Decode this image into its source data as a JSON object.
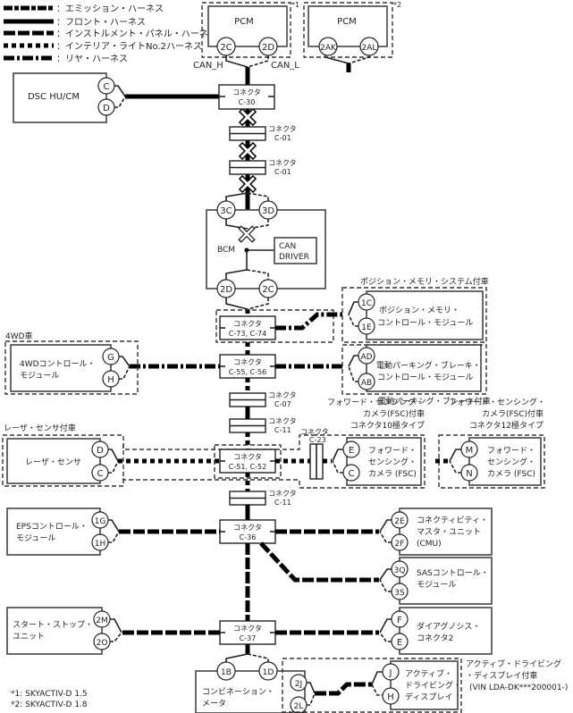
{
  "legend": [
    {
      "style": "emission",
      "label": "：エミッション・ハーネス"
    },
    {
      "style": "front",
      "label": "：フロント・ハーネス"
    },
    {
      "style": "instrument_panel",
      "label": "：インストルメント・パネル・ハーネス"
    },
    {
      "style": "interior_light_no2",
      "label": "：インテリア・ライトNo.2ハーネス"
    },
    {
      "style": "rear",
      "label": "：リヤ・ハーネス"
    }
  ],
  "pcm1": {
    "name": "PCM",
    "note": "*1",
    "pins": [
      "2C",
      "2D"
    ],
    "can_h": "CAN_H",
    "can_l": "CAN_L"
  },
  "pcm2": {
    "name": "PCM",
    "note": "*2",
    "pins": [
      "2AK",
      "2AL"
    ]
  },
  "dsc": {
    "name": "DSC HU/CM",
    "pins": [
      "C",
      "D"
    ]
  },
  "connectors": {
    "c30": {
      "title": "コネクタ",
      "id": "C-30"
    },
    "c01a": {
      "title": "コネクタ",
      "id": "C-01"
    },
    "c01b": {
      "title": "コネクタ",
      "id": "C-01"
    },
    "c73": {
      "title": "コネクタ",
      "id": "C-73, C-74"
    },
    "c55": {
      "title": "コネクタ",
      "id": "C-55, C-56"
    },
    "c07": {
      "title": "コネクタ",
      "id": "C-07"
    },
    "c11a": {
      "title": "コネクタ",
      "id": "C-11"
    },
    "c51": {
      "title": "コネクタ",
      "id": "C-51, C-52"
    },
    "c23": {
      "title": "コネクタ",
      "id": "C-23"
    },
    "c11b": {
      "title": "コネクタ",
      "id": "C-11"
    },
    "c36": {
      "title": "コネクタ",
      "id": "C-36"
    },
    "c37": {
      "title": "コネクタ",
      "id": "C-37"
    }
  },
  "bcm": {
    "name": "BCM",
    "driver_line1": "CAN",
    "driver_line2": "DRIVER",
    "pins_top": [
      "3C",
      "3D"
    ],
    "pins_bottom": [
      "2D",
      "2C"
    ]
  },
  "position_memory": {
    "option_label": "ポジション・メモリ・システム付車",
    "line1": "ポジション・メモリ・",
    "line2": "コントロール・モジュール",
    "pins": [
      "1C",
      "1E"
    ]
  },
  "epb": {
    "option_label": "電動パーキング・ブレーキ付車",
    "line1": "電動パーキング・ブレーキ・",
    "line2": "コントロール・モジュール",
    "pins": [
      "AD",
      "AB"
    ]
  },
  "awd": {
    "option_label": "4WD車",
    "line1": "4WDコントロール・",
    "line2": "モジュール",
    "pins": [
      "G",
      "H"
    ]
  },
  "laser": {
    "option_label": "レーザ・センサ付車",
    "name": "レーザ・センサ",
    "pins": [
      "D",
      "C"
    ]
  },
  "fsc10": {
    "opt1": "フォワード・センシング・",
    "opt2": "カメラ(FSC)付車",
    "opt3": "コネクタ10極タイプ",
    "line1": "フォワード・",
    "line2": "センシング・",
    "line3": "カメラ (FSC)",
    "pins": [
      "E",
      "C"
    ]
  },
  "fsc12": {
    "opt1": "フォワード・センシング・",
    "opt2": "カメラ(FSC)付車",
    "opt3": "コネクタ12極タイプ",
    "line1": "フォワード・",
    "line2": "センシング・",
    "line3": "カメラ (FSC)",
    "pins": [
      "M",
      "N"
    ]
  },
  "eps": {
    "line1": "EPSコントロール・",
    "line2": "モジュール",
    "pins": [
      "1G",
      "1H"
    ]
  },
  "cmu": {
    "line1": "コネクティビティ・",
    "line2": "マスタ・ユニット",
    "line3": "(CMU)",
    "pins": [
      "2E",
      "2F"
    ]
  },
  "sas": {
    "line1": "SASコントロール・",
    "line2": "モジュール",
    "pins": [
      "3Q",
      "3S"
    ]
  },
  "start_stop": {
    "line1": "スタート・ストップ・",
    "line2": "ユニット",
    "pins": [
      "2M",
      "2O"
    ]
  },
  "diag": {
    "line1": "ダイアグノシス・",
    "line2": "コネクタ2",
    "pins": [
      "F",
      "E"
    ]
  },
  "meter": {
    "line1": "コンビネーション・",
    "line2": "メータ",
    "pins": [
      "1B",
      "1D"
    ],
    "pins_side": [
      "2J",
      "2L"
    ]
  },
  "ads": {
    "opt1": "アクティブ・ドライビング",
    "opt2": "・ディスプレイ付車",
    "opt3": "(VIN LDA-DK***200001-)",
    "line1": "アクティブ・",
    "line2": "ドライビング・",
    "line3": "ディスプレイ",
    "pins": [
      "J",
      "H"
    ]
  },
  "footnotes": [
    "*1: SKYACTIV-D 1.5",
    "*2: SKYACTIV-D 1.8"
  ]
}
